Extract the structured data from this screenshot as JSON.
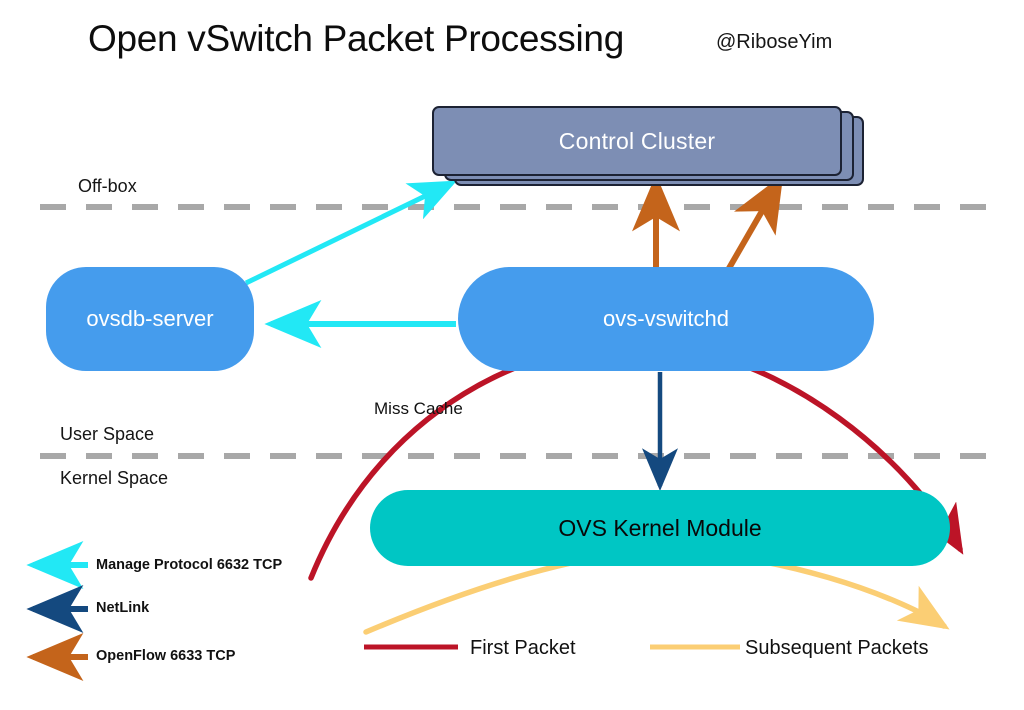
{
  "header": {
    "title": "Open vSwitch Packet Processing",
    "byline": "@RiboseYim"
  },
  "zones": [
    {
      "id": "off-box",
      "label": "Off-box"
    },
    {
      "id": "user-space",
      "label": "User Space"
    },
    {
      "id": "kernel-space",
      "label": "Kernel Space"
    }
  ],
  "nodes": {
    "control_cluster": {
      "label": "Control Cluster",
      "fill": "#7d8eb4",
      "text_color": "#ffffff",
      "stacked": 3
    },
    "ovsdb_server": {
      "label": "ovsdb-server",
      "fill": "#459ced",
      "text_color": "#ffffff"
    },
    "ovs_vswitchd": {
      "label": "ovs-vswitchd",
      "fill": "#459ced",
      "text_color": "#ffffff"
    },
    "ovs_kernel_module": {
      "label": "OVS Kernel Module",
      "fill": "#00c6c4",
      "text_color": "#080808"
    }
  },
  "edges": {
    "miss_cache_label": "Miss Cache"
  },
  "legend": {
    "protocols": [
      {
        "id": "manage-protocol",
        "label": "Manage Protocol 6632 TCP",
        "color": "#22e8f5",
        "style": "arrow"
      },
      {
        "id": "netlink",
        "label": "NetLink",
        "color": "#14497f",
        "style": "arrow"
      },
      {
        "id": "openflow",
        "label": "OpenFlow 6633 TCP",
        "color": "#c4641b",
        "style": "arrow"
      }
    ],
    "packet_paths": [
      {
        "id": "first-packet",
        "label": "First Packet",
        "color": "#bc1427",
        "style": "line"
      },
      {
        "id": "subsequent-packets",
        "label": "Subsequent Packets",
        "color": "#fbce74",
        "style": "line"
      }
    ]
  },
  "colors": {
    "background": "#ffffff",
    "divider": "#a8a8a8",
    "cyan": "#22e8f5",
    "navy": "#14497f",
    "orange": "#c4641b",
    "red": "#bc1427",
    "amber": "#fbce74",
    "blue": "#459ced",
    "teal": "#00c6c4",
    "slate": "#7d8eb4"
  }
}
